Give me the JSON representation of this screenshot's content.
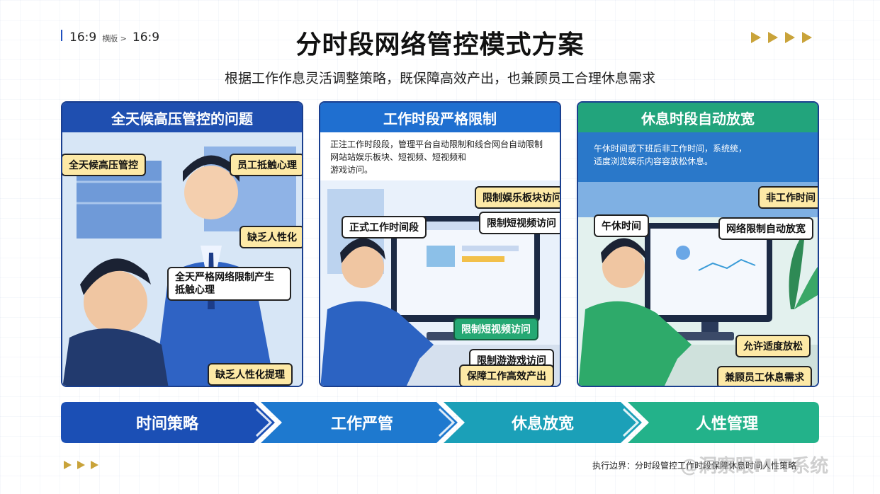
{
  "header": {
    "ratio_label": "16:9",
    "ratio_small": "横版 >",
    "ratio_label_2": "16:9",
    "title": "分时段网络管控模式方案",
    "subtitle": "根据工作作息灵活调整策略，既保障高效产出，也兼顾员工合理休息需求"
  },
  "panels": [
    {
      "title": "全天候高压管控的问题",
      "color": "#1f4fb0",
      "bubbles": [
        "全天候高压管控",
        "员工抵触心理",
        "缺乏人性化",
        "全天严格网络限制产生",
        "抵触心理",
        "缺乏人性化提理"
      ]
    },
    {
      "title": "工作时段严格限制",
      "color": "#1f6fd0",
      "desc_lines": [
        "正注工作时段段，管理平台自动限制和线合网台自动限制",
        "网站站娱乐板块、短视频、短视频和",
        "游戏访问。"
      ],
      "bubbles": [
        "限制娱乐板块访问",
        "正式工作时间段",
        "限制短视频访问",
        "限制短视频访问",
        "限制游游戏访问",
        "保障工作高效产出"
      ]
    },
    {
      "title": "休息时段自动放宽",
      "color": "#22a47c",
      "desc_lines": [
        "午休时间或下班后非工作时间，系统统，",
        "适度浏览娱乐内容容放松休息。"
      ],
      "bubbles": [
        "非工作时间",
        "午休时间",
        "网络限制自动放宽",
        "允许适度放松",
        "兼顾员工休息需求"
      ]
    }
  ],
  "flow": {
    "steps": [
      "时间策略",
      "工作严管",
      "休息放宽",
      "人性管理"
    ],
    "colors": [
      "#1b4fb5",
      "#1e79cf",
      "#1ba0b8",
      "#23b28a"
    ]
  },
  "footer": {
    "note": "执行边界：分时段管控工作时段保障休息时间人性策略",
    "watermark": "@洞察眼MIT系统"
  }
}
